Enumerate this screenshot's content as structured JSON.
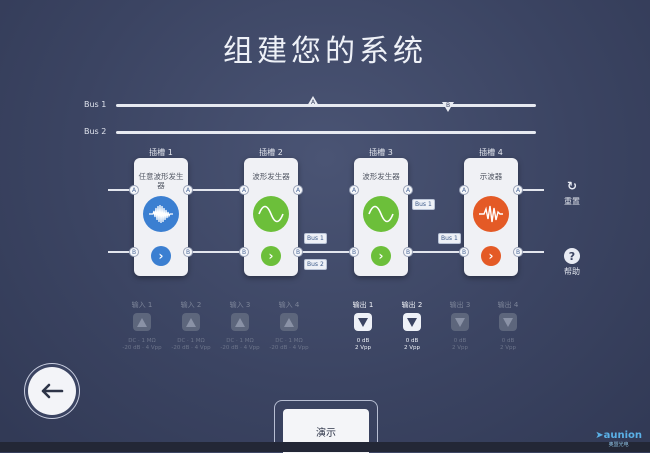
{
  "title": "组建您的系统",
  "buses": [
    {
      "label": "Bus 1",
      "markers": [
        {
          "port": "A",
          "dir": "up"
        },
        {
          "port": "B",
          "dir": "down"
        }
      ]
    },
    {
      "label": "Bus 2",
      "markers": []
    }
  ],
  "slots": [
    {
      "label": "插槽 1",
      "module": "任意波形发生器",
      "color": "#3b7fd1",
      "icon": "wave-packet-icon"
    },
    {
      "label": "插槽 2",
      "module": "波形发生器",
      "color": "#6cbf3a",
      "icon": "sine-wave-icon"
    },
    {
      "label": "插槽 3",
      "module": "波形发生器",
      "color": "#6cbf3a",
      "icon": "sine-wave-icon"
    },
    {
      "label": "插槽 4",
      "module": "示波器",
      "color": "#e45a26",
      "icon": "oscilloscope-wave-icon"
    }
  ],
  "ports": {
    "a": "A",
    "b": "B"
  },
  "tags": {
    "bus1": "Bus 1",
    "bus2": "Bus 2"
  },
  "side": {
    "reset": "重置",
    "help": "帮助"
  },
  "inputs": [
    {
      "label": "输入 1",
      "info1": "DC · 1 MΩ",
      "info2": "-20 dB · 4 Vpp"
    },
    {
      "label": "输入 2",
      "info1": "DC · 1 MΩ",
      "info2": "-20 dB · 4 Vpp"
    },
    {
      "label": "输入 3",
      "info1": "DC · 1 MΩ",
      "info2": "-20 dB · 4 Vpp"
    },
    {
      "label": "输入 4",
      "info1": "DC · 1 MΩ",
      "info2": "-20 dB · 4 Vpp"
    }
  ],
  "outputs": [
    {
      "label": "输出 1",
      "info1": "0 dB",
      "info2": "2 Vpp",
      "active": true
    },
    {
      "label": "输出 2",
      "info1": "0 dB",
      "info2": "2 Vpp",
      "active": true
    },
    {
      "label": "输出 3",
      "info1": "0 dB",
      "info2": "2 Vpp",
      "active": false
    },
    {
      "label": "输出 4",
      "info1": "0 dB",
      "info2": "2 Vpp",
      "active": false
    }
  ],
  "demo_label": "演示",
  "logo": {
    "brand": "aunion",
    "sub": "奥盟光电"
  }
}
